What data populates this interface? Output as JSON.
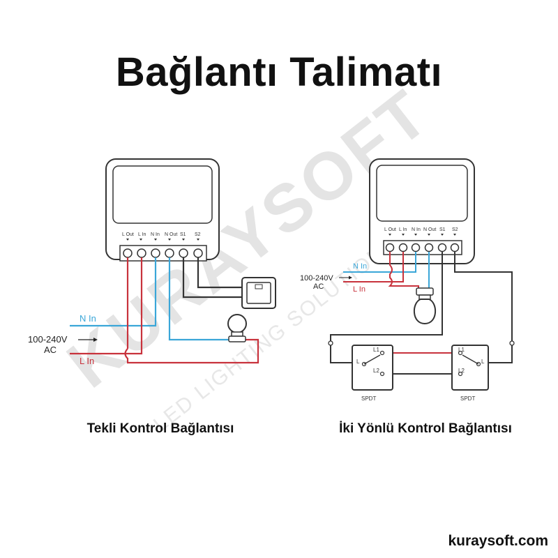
{
  "title": "Bağlantı Talimatı",
  "watermark": {
    "brand": "KURAYSOFT",
    "tagline": "LED LIGHTING SOLUTIONS"
  },
  "terminals": [
    "L Out",
    "L In",
    "N In",
    "N Out",
    "S1",
    "S2"
  ],
  "left_diagram": {
    "n_label": "N In",
    "l_label": "L In",
    "voltage_line1": "100-240V",
    "voltage_line2": "AC",
    "caption": "Tekli Kontrol Bağlantısı"
  },
  "right_diagram": {
    "n_label": "N In",
    "l_label": "L In",
    "voltage_line1": "100-240V",
    "voltage_line2": "AC",
    "switch_l1": "L1",
    "switch_l2": "L2",
    "switch_l": "L",
    "switch_name": "SPDT",
    "caption": "İki Yönlü Kontrol Bağlantısı"
  },
  "website": "kuraysoft.com",
  "colors": {
    "neutral": "#3aa6d8",
    "live": "#c8323c",
    "switch_wire": "#333333"
  }
}
